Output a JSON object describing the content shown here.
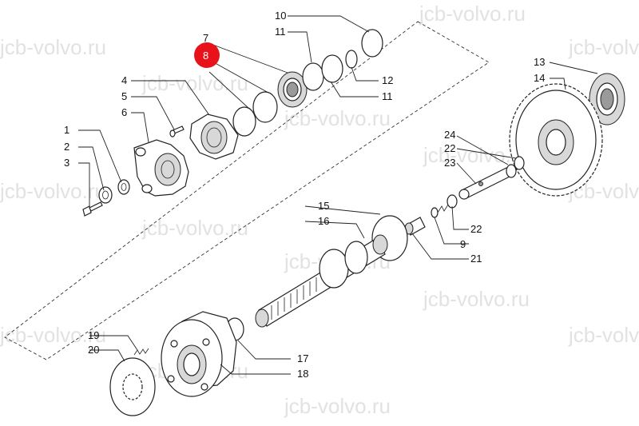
{
  "watermark": "jcb-volvo.ru",
  "highlight_color": "#e8121b",
  "callouts": {
    "c1": "1",
    "c2": "2",
    "c3": "3",
    "c4": "4",
    "c5": "5",
    "c6": "6",
    "c7": "7",
    "c8": "8",
    "c9": "9",
    "c10": "10",
    "c11a": "11",
    "c11b": "11",
    "c12": "12",
    "c13": "13",
    "c14": "14",
    "c15": "15",
    "c16": "16",
    "c17": "17",
    "c18": "18",
    "c19": "19",
    "c20": "20",
    "c21": "21",
    "c22a": "22",
    "c22b": "22",
    "c23": "23",
    "c24": "24"
  }
}
